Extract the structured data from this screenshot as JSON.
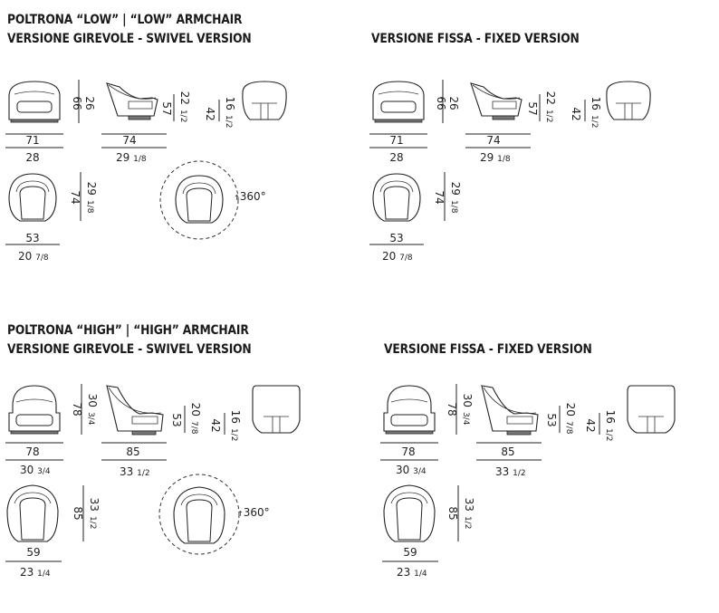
{
  "headings": {
    "low_title": "POLTRONA “LOW” | “LOW” ARMCHAIR",
    "low_swivel": "VERSIONE GIREVOLE - SWIVEL VERSION",
    "low_fixed": "VERSIONE FISSA - FIXED VERSION",
    "high_title": "POLTRONA “HIGH” | “HIGH” ARMCHAIR",
    "high_swivel": "VERSIONE GIREVOLE - SWIVEL VERSION",
    "high_fixed": "VERSIONE FISSA - FIXED VERSION"
  },
  "low": {
    "front_width_cm": "71",
    "front_width_in": "28",
    "front_height_cm": "66",
    "front_height_in": "26",
    "side_depth_cm": "74",
    "side_depth_in_whole": "29",
    "side_depth_in_frac": "1/8",
    "side_seat_cm": "57",
    "side_seat_in_whole": "22",
    "side_seat_in_frac": "1/2",
    "side_arm_cm": "42",
    "side_arm_in_whole": "16",
    "side_arm_in_frac": "1/2",
    "top_width_cm": "53",
    "top_width_in_whole": "20",
    "top_width_in_frac": "7/8",
    "top_depth_cm": "74",
    "top_depth_in_whole": "29",
    "top_depth_in_frac": "1/8",
    "rotation": "360°"
  },
  "high": {
    "front_width_cm": "78",
    "front_width_in_whole": "30",
    "front_width_in_frac": "3/4",
    "front_height_cm": "78",
    "front_height_in_whole": "30",
    "front_height_in_frac": "3/4",
    "side_depth_cm": "85",
    "side_depth_in_whole": "33",
    "side_depth_in_frac": "1/2",
    "side_seat_cm": "53",
    "side_seat_in_whole": "20",
    "side_seat_in_frac": "7/8",
    "side_arm_cm": "42",
    "side_arm_in_whole": "16",
    "side_arm_in_frac": "1/2",
    "top_width_cm": "59",
    "top_width_in_whole": "23",
    "top_width_in_frac": "1/4",
    "top_depth_cm": "85",
    "top_depth_in_whole": "33",
    "top_depth_in_frac": "1/2",
    "rotation": "360°"
  }
}
